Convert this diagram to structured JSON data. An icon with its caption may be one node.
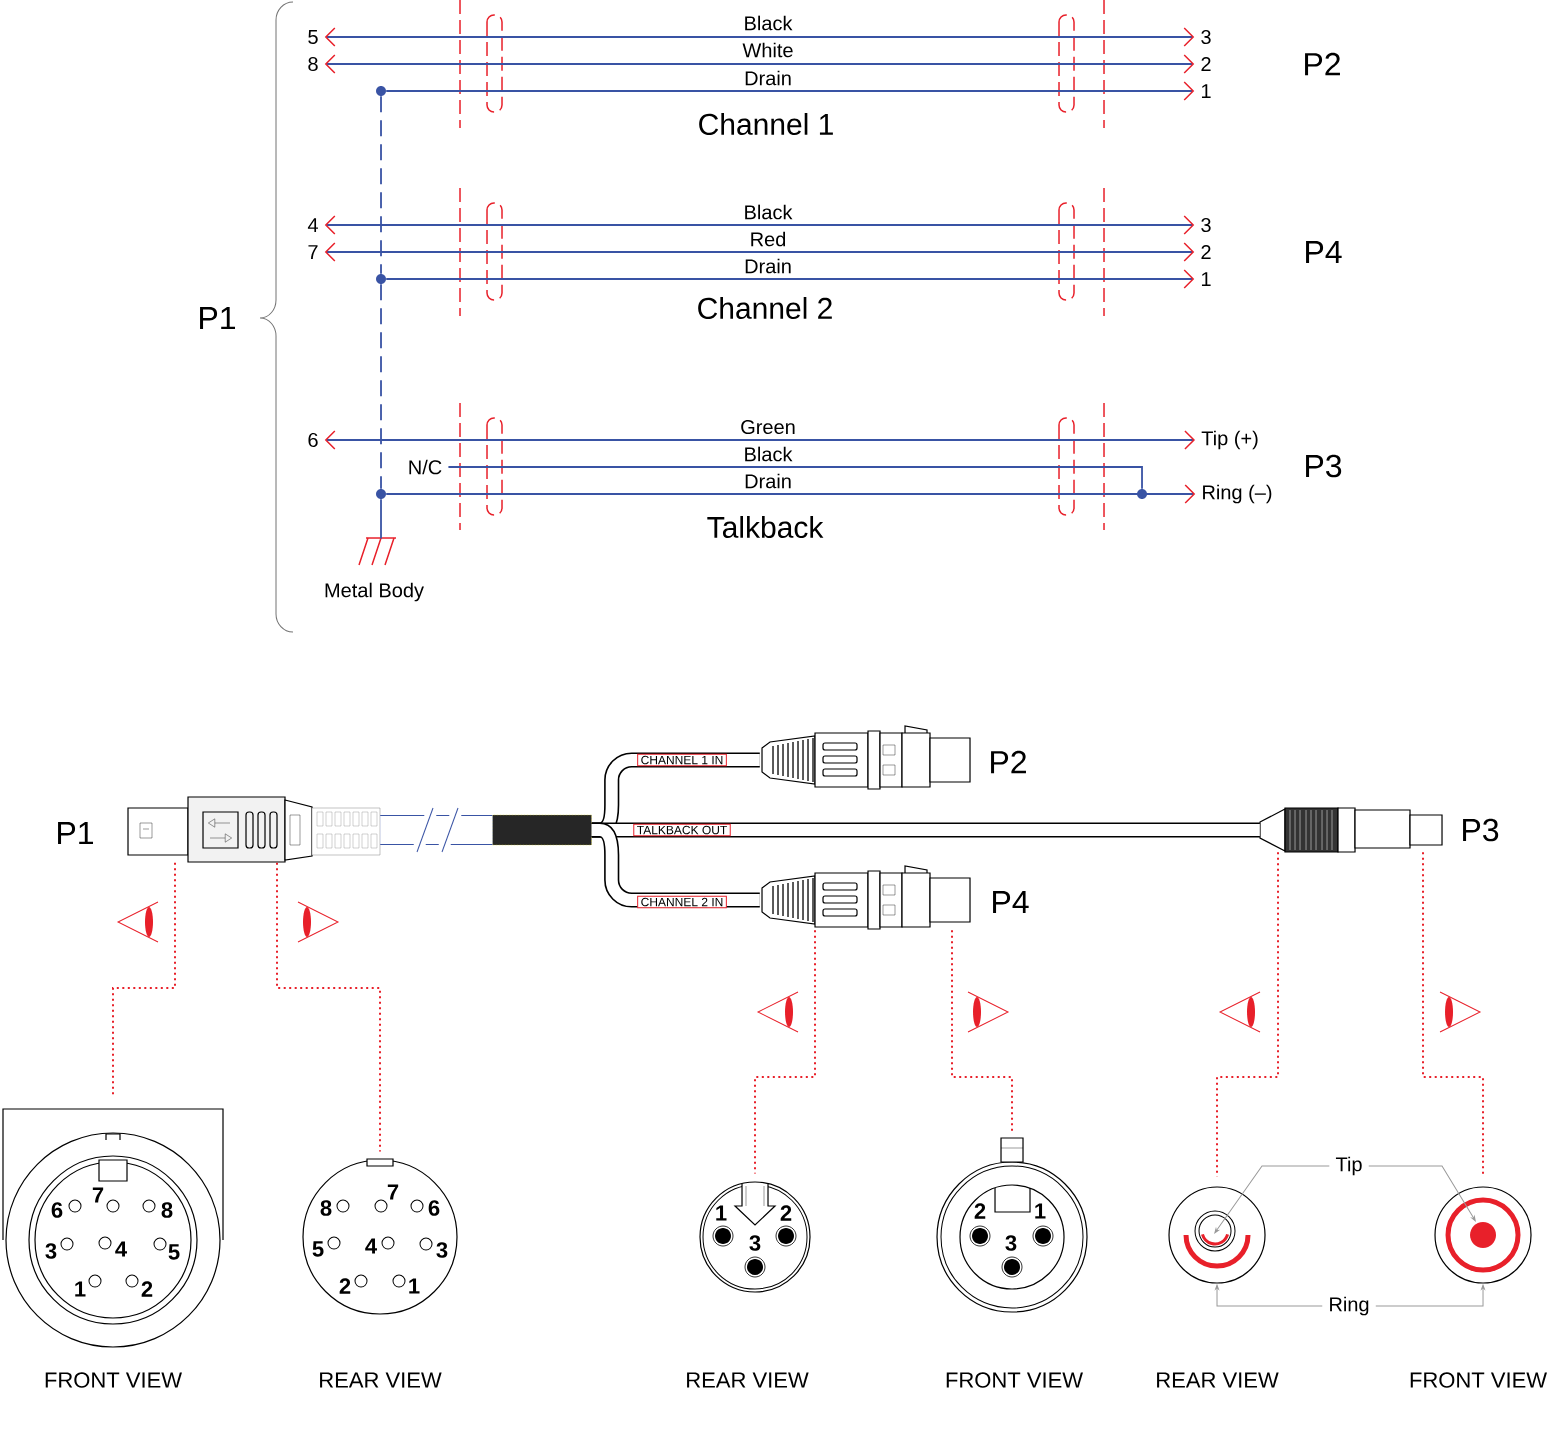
{
  "diagram": {
    "nodes": [
      {
        "text": [
          "5"
        ]
      },
      {
        "text": [
          "3"
        ]
      },
      {
        "text": [
          "8"
        ]
      },
      {
        "text": [
          "2"
        ]
      },
      {
        "text": [],
        "shape": "circle"
      },
      {
        "text": [
          "1"
        ]
      },
      {
        "text": [
          "4"
        ]
      },
      {
        "text": [
          "3"
        ]
      },
      {
        "text": [
          "7"
        ]
      },
      {
        "text": [
          "2"
        ]
      },
      {
        "text": [],
        "shape": "circle"
      },
      {
        "text": [
          "1"
        ]
      },
      {
        "text": [
          "6"
        ]
      },
      {
        "text": [
          "Tip (+)"
        ]
      },
      {
        "text": [
          "N/C"
        ]
      },
      {
        "text": [],
        "shape": "circle"
      },
      {
        "text": [],
        "shape": "circle"
      },
      {
        "text": [
          "Ring (–)"
        ]
      },
      {
        "text": [
          "Metal Body"
        ]
      },
      {
        "text": [
          "P1"
        ]
      },
      {
        "text": [],
        "shape": "box"
      },
      {
        "text": [
          "P2"
        ]
      },
      {
        "text": [
          "P3"
        ]
      },
      {
        "text": [
          "P4"
        ]
      },
      {
        "text": [],
        "shape": "circle"
      },
      {
        "text": [],
        "shape": "circle"
      },
      {
        "text": [],
        "shape": "circle"
      },
      {
        "text": [],
        "shape": "circle"
      },
      {
        "text": [],
        "shape": "circle"
      },
      {
        "text": [],
        "shape": "circle"
      },
      {
        "text": [
          "Tip"
        ]
      },
      {
        "text": [
          "Ring"
        ]
      }
    ],
    "edges": [
      {
        "from": 0,
        "to": 1,
        "arrow": "both",
        "label": "Black"
      },
      {
        "from": 2,
        "to": 3,
        "arrow": "both",
        "label": "White"
      },
      {
        "from": 4,
        "to": 5,
        "arrow": "to",
        "label": "Drain"
      },
      {
        "from": 6,
        "to": 7,
        "arrow": "both",
        "label": "Black"
      },
      {
        "from": 8,
        "to": 9,
        "arrow": "both",
        "label": "Red"
      },
      {
        "from": 10,
        "to": 11,
        "arrow": "to",
        "label": "Drain"
      },
      {
        "from": 12,
        "to": 13,
        "arrow": "both",
        "label": "Green"
      },
      {
        "from": 14,
        "to": 15,
        "arrow": "none",
        "label": "Black"
      },
      {
        "from": 16,
        "to": 17,
        "arrow": "to",
        "label": "Drain"
      },
      {
        "from": 4,
        "to": 10,
        "arrow": "none",
        "style": "dashed"
      },
      {
        "from": 10,
        "to": 16,
        "arrow": "none",
        "style": "dashed"
      },
      {
        "from": 16,
        "to": 18,
        "arrow": "none"
      },
      {
        "from": 19,
        "to": 20,
        "arrow": "none",
        "style": "thick"
      },
      {
        "from": 20,
        "to": 21,
        "arrow": "none",
        "label": "CHANNEL 1 IN",
        "style": "thick",
        "color": "#000000"
      },
      {
        "from": 20,
        "to": 22,
        "arrow": "none",
        "label": "TALKBACK OUT",
        "style": "thick",
        "color": "#000000"
      },
      {
        "from": 20,
        "to": 23,
        "arrow": "none",
        "label": "CHANNEL 2 IN",
        "style": "thick",
        "color": "#000000"
      },
      {
        "from": 19,
        "to": 24,
        "arrow": "none",
        "style": "dashed",
        "color": "#e8202a"
      },
      {
        "from": 19,
        "to": 25,
        "arrow": "none",
        "style": "dashed",
        "color": "#e8202a"
      },
      {
        "from": 23,
        "to": 26,
        "arrow": "none",
        "style": "dashed",
        "color": "#e8202a"
      },
      {
        "from": 23,
        "to": 27,
        "arrow": "none",
        "style": "dashed",
        "color": "#e8202a"
      },
      {
        "from": 22,
        "to": 28,
        "arrow": "none",
        "style": "dashed",
        "color": "#e8202a"
      },
      {
        "from": 22,
        "to": 29,
        "arrow": "none",
        "style": "dashed",
        "color": "#e8202a"
      },
      {
        "from": 30,
        "to": 28,
        "arrow": "to",
        "color": "#999999"
      },
      {
        "from": 30,
        "to": 29,
        "arrow": "to",
        "color": "#999999"
      },
      {
        "from": 31,
        "to": 28,
        "arrow": "to",
        "color": "#999999"
      },
      {
        "from": 31,
        "to": 29,
        "arrow": "to",
        "color": "#999999"
      }
    ],
    "labels": [
      "P2",
      "Channel 1",
      "P4",
      "Channel 2",
      "P1",
      "P3",
      "Talkback",
      "7",
      "6",
      "8",
      "3",
      "4",
      "5",
      "1",
      "2",
      "7",
      "8",
      "6",
      "5",
      "4",
      "3",
      "2",
      "1",
      "1",
      "2",
      "3",
      "2",
      "1",
      "3",
      "FRONT VIEW",
      "REAR VIEW",
      "REAR VIEW",
      "FRONT VIEW",
      "REAR VIEW",
      "FRONT VIEW"
    ]
  }
}
